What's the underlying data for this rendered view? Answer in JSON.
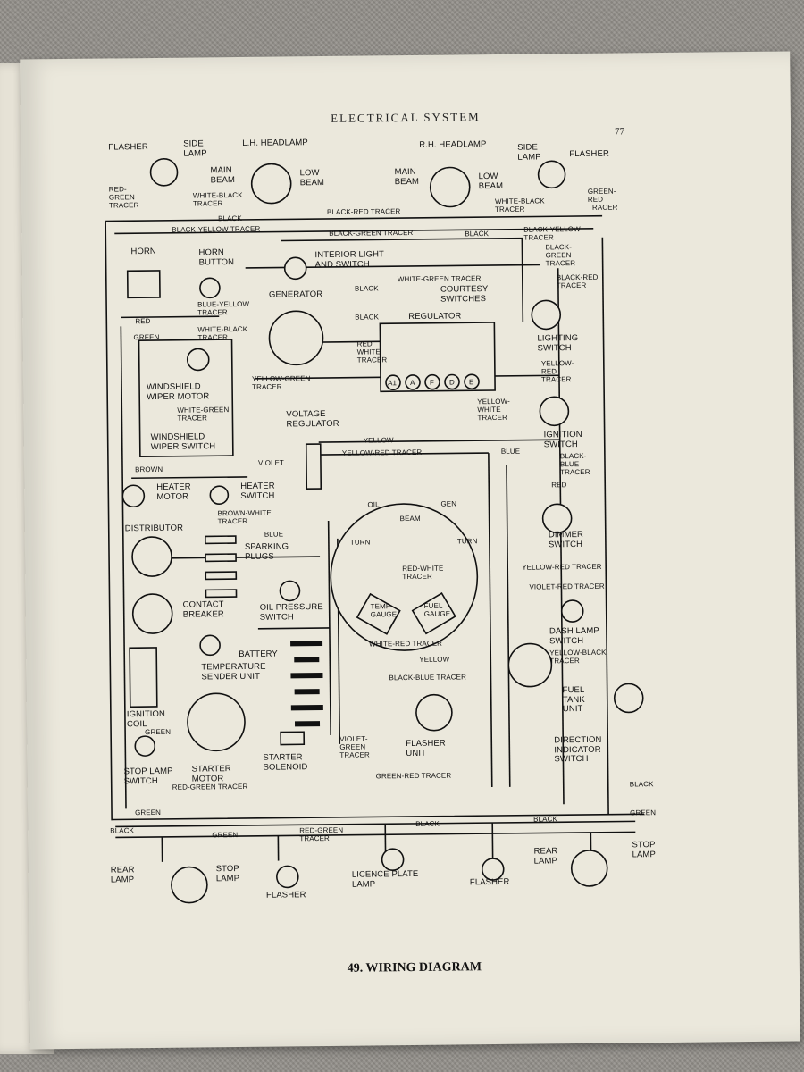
{
  "page": {
    "header": "ELECTRICAL SYSTEM",
    "number": "77",
    "caption": "49. WIRING DIAGRAM"
  },
  "labels": {
    "flasher_left": "FLASHER",
    "side_lamp_left": "SIDE\nLAMP",
    "lh_headlamp": "L.H. HEADLAMP",
    "main_beam_left": "MAIN\nBEAM",
    "low_beam_left": "LOW\nBEAM",
    "rh_headlamp": "R.H. HEADLAMP",
    "main_beam_right": "MAIN\nBEAM",
    "low_beam_right": "LOW\nBEAM",
    "side_lamp_right": "SIDE\nLAMP",
    "flasher_right": "FLASHER",
    "horn": "HORN",
    "horn_button": "HORN\nBUTTON",
    "interior_light": "INTERIOR LIGHT\nAND SWITCH",
    "generator": "GENERATOR",
    "courtesy_switches": "COURTESY\nSWITCHES",
    "regulator": "REGULATOR",
    "lighting_switch": "LIGHTING\nSWITCH",
    "windshield_wiper_motor": "WINDSHIELD\nWIPER MOTOR",
    "windshield_wiper_switch": "WINDSHIELD\nWIPER SWITCH",
    "voltage_regulator": "VOLTAGE\nREGULATOR",
    "ignition_switch": "IGNITION\nSWITCH",
    "heater_motor": "HEATER\nMOTOR",
    "heater_switch": "HEATER\nSWITCH",
    "distributor": "DISTRIBUTOR",
    "sparking_plugs": "SPARKING\nPLUGS",
    "dimmer_switch": "DIMMER\nSWITCH",
    "contact_breaker": "CONTACT\nBREAKER",
    "oil_pressure_switch": "OIL PRESSURE\nSWITCH",
    "dash_lamp_switch": "DASH LAMP\nSWITCH",
    "battery": "BATTERY",
    "temperature_sender": "TEMPERATURE\nSENDER UNIT",
    "fuel_tank_unit": "FUEL\nTANK\nUNIT",
    "ignition_coil": "IGNITION\nCOIL",
    "stop_lamp_switch": "STOP LAMP\nSWITCH",
    "starter_motor": "STARTER\nMOTOR",
    "starter_solenoid": "STARTER\nSOLENOID",
    "flasher_unit": "FLASHER\nUNIT",
    "direction_indicator_switch": "DIRECTION\nINDICATOR\nSWITCH",
    "rear_lamp_left": "REAR\nLAMP",
    "stop_lamp_left": "STOP\nLAMP",
    "flasher_rear_left": "FLASHER",
    "licence_plate_lamp": "LICENCE PLATE\nLAMP",
    "flasher_rear_right": "FLASHER",
    "rear_lamp_right": "REAR\nLAMP",
    "stop_lamp_right": "STOP\nLAMP",
    "gauge_oil": "OIL",
    "gauge_beam": "BEAM",
    "gauge_gen": "GEN",
    "gauge_turn_left": "TURN",
    "gauge_turn_right": "TURN",
    "gauge_temp": "TEMP\nGAUGE",
    "gauge_fuel": "FUEL\nGAUGE",
    "term_a1": "A1",
    "term_a": "A",
    "term_f": "F",
    "term_d": "D",
    "term_e": "E"
  },
  "wires": {
    "red_green_tracer_top": "RED-\nGREEN\nTRACER",
    "white_black_tracer_l": "WHITE-BLACK\nTRACER",
    "black_top_l": "BLACK",
    "black_red_tracer": "BLACK-RED TRACER",
    "black_yellow_tracer_l": "BLACK-YELLOW TRACER",
    "black_green_tracer": "BLACK-GREEN TRACER",
    "white_black_tracer_r": "WHITE-BLACK\nTRACER",
    "green_red_tracer_top": "GREEN-\nRED\nTRACER",
    "black_top_r": "BLACK",
    "black_yellow_tracer_r": "BLACK-YELLOW\nTRACER",
    "black_green_tracer_r": "BLACK-\nGREEN\nTRACER",
    "black_red_tracer_r": "BLACK-RED\nTRACER",
    "white_green_tracer": "WHITE-GREEN TRACER",
    "black_courtesy_1": "BLACK",
    "black_courtesy_2": "BLACK",
    "blue_yellow_tracer": "BLUE-YELLOW\nTRACER",
    "red": "RED",
    "green_wiper": "GREEN",
    "white_black_tracer_wiper": "WHITE-BLACK\nTRACER",
    "red_white_tracer": "RED\nWHITE\nTRACER",
    "yellow_red_tracer_light": "YELLOW-\nRED\nTRACER",
    "yellow_green_tracer": "YELLOW-GREEN\nTRACER",
    "white_green_tracer_wiper": "WHITE-GREEN\nTRACER",
    "yellow_white_tracer": "YELLOW-\nWHITE\nTRACER",
    "yellow": "YELLOW",
    "yellow_red_tracer_mid": "YELLOW-RED TRACER",
    "blue_mid": "BLUE",
    "black_blue_tracer_r": "BLACK-\nBLUE\nTRACER",
    "brown": "BROWN",
    "violet": "VIOLET",
    "red_dimmer": "RED",
    "brown_white_tracer": "BROWN-WHITE\nTRACER",
    "blue_dist": "BLUE",
    "yellow_red_tracer_r": "YELLOW-RED TRACER",
    "red_white_tracer_gauge": "RED-WHITE\nTRACER",
    "violet_red_tracer": "VIOLET-RED TRACER",
    "white_red_tracer": "WHITE-RED TRACER",
    "yellow_lower": "YELLOW",
    "yellow_black_tracer": "YELLOW-BLACK\nTRACER",
    "black_blue_tracer_low": "BLACK-BLUE TRACER",
    "green_stop": "GREEN",
    "violet_green_tracer": "VIOLET-\nGREEN\nTRACER",
    "green_red_tracer_low": "GREEN-RED TRACER",
    "red_green_tracer_low": "RED-GREEN TRACER",
    "black_low_r": "BLACK",
    "green_low_l": "GREEN",
    "black_rear_l": "BLACK",
    "green_rear_l": "GREEN",
    "red_green_tracer_rear": "RED-GREEN\nTRACER",
    "black_rear_mid": "BLACK",
    "black_rear_r": "BLACK",
    "green_rear_r": "GREEN"
  }
}
